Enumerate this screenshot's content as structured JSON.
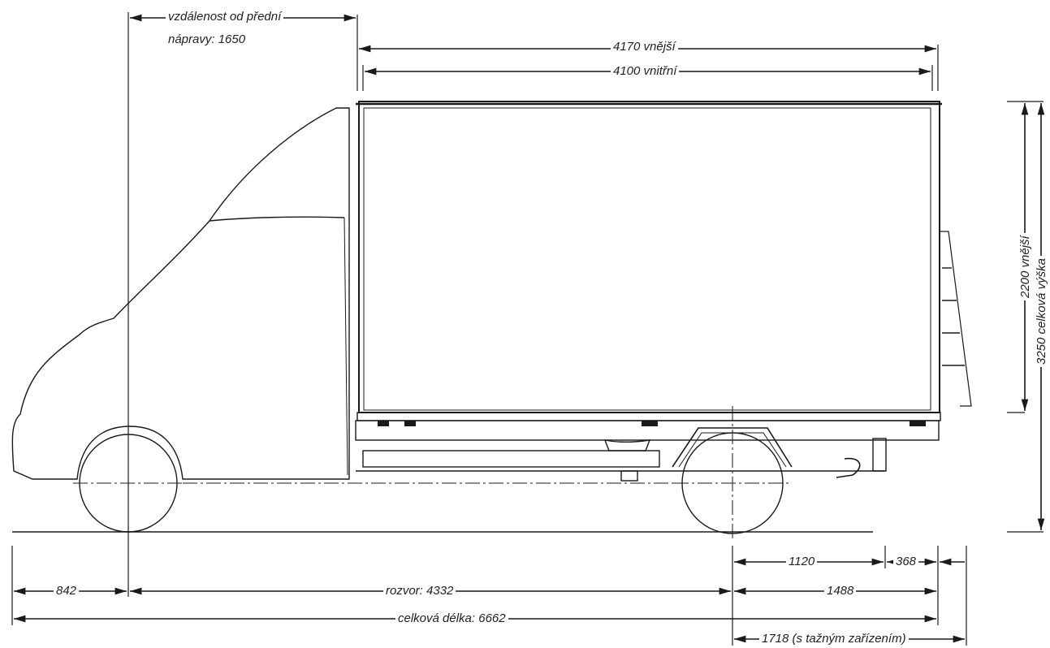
{
  "labels": {
    "front_axle_line1": "vzdálenost od přední",
    "front_axle_line2": "nápravy: 1650",
    "outer_length": "4170 vnější",
    "inner_length": "4100 vnitřní",
    "box_height": "2200 vnější",
    "total_height": "3250 celková výška",
    "front_overhang": "842",
    "wheelbase": "rozvor: 4332",
    "total_length": "celková délka: 6662",
    "rear_1120": "1120",
    "rear_368": "368",
    "rear_1488": "1488",
    "rear_1718": "1718 (s tažným zařízením)"
  },
  "colors": {
    "line": "#1a1a1a",
    "text": "#222222",
    "background": "#ffffff"
  }
}
